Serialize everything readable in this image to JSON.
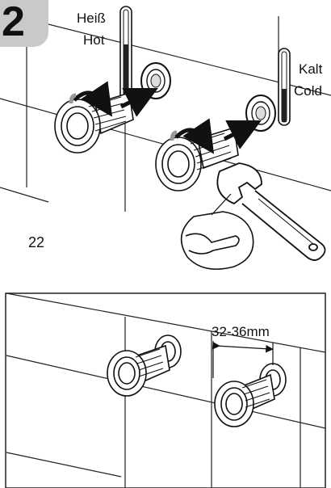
{
  "step": {
    "number": "2"
  },
  "labels": {
    "hot_de": "Heiß",
    "hot_en": "Hot",
    "cold_de": "Kalt",
    "cold_en": "Cold",
    "wrench_size": "22",
    "distance": "32-36mm"
  },
  "colors": {
    "line": "#1a1a1a",
    "badge": "#c9c9c9",
    "cold_indicator": "#1a1a1a",
    "hot_indicator": "#1a1a1a"
  }
}
